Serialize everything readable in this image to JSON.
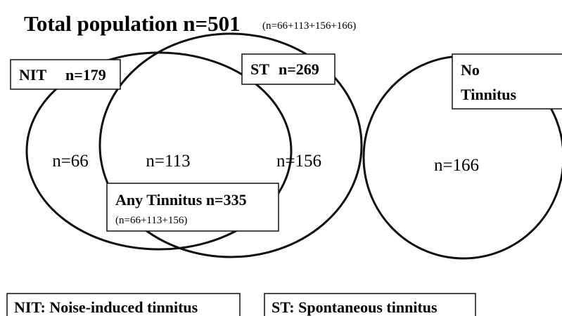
{
  "title": "Total population n=501",
  "title_breakdown": "(n=66+113+156+166)",
  "sets": {
    "nit": {
      "label": "NIT",
      "count": "n=179"
    },
    "st": {
      "label": "ST",
      "count": "n=269"
    },
    "none": {
      "label_line1": "No",
      "label_line2": "Tinnitus"
    }
  },
  "regions": {
    "nit_only": "n=66",
    "overlap": "n=113",
    "st_only": "n=156",
    "no_tinnitus": "n=166"
  },
  "any_tinnitus": {
    "label": "Any Tinnitus n=335",
    "breakdown": "(n=66+113+156)"
  },
  "legend": {
    "nit": "NIT: Noise-induced tinnitus",
    "st": "ST: Spontaneous tinnitus"
  },
  "colors": {
    "stroke": "#111111",
    "background": "#ffffff"
  }
}
